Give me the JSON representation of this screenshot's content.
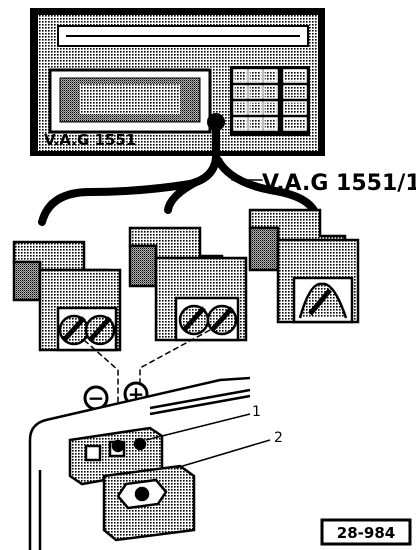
{
  "device": {
    "label": "V.A.G 1551"
  },
  "cable": {
    "label": "V.A.G 1551/1"
  },
  "terminals": {
    "minus": "−",
    "plus": "+"
  },
  "callouts": {
    "one": "1",
    "two": "2"
  },
  "figure": {
    "number": "28-984"
  },
  "colors": {
    "ink": "#000000",
    "paper": "#ffffff",
    "tone": "#5a5a5a"
  }
}
